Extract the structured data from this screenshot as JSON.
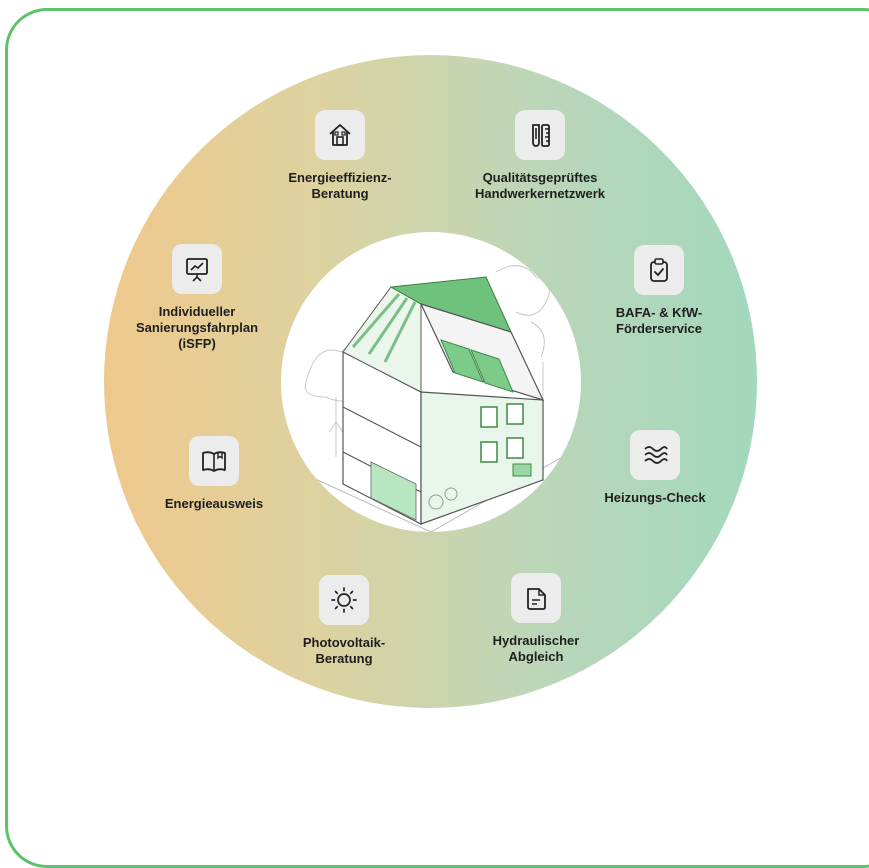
{
  "services": [
    {
      "id": "energieeffizienz",
      "label": "Energieeffizienz-\nBeratung",
      "icon": "house-icon"
    },
    {
      "id": "handwerker",
      "label": "Qualitätsgeprüftes\nHandwerkernetzwerk",
      "icon": "tools-icon"
    },
    {
      "id": "foerder",
      "label": "BAFA- & KfW-\nFörderservice",
      "icon": "clipboard-check-icon"
    },
    {
      "id": "heizung",
      "label": "Heizungs-Check",
      "icon": "waves-icon"
    },
    {
      "id": "hydraulik",
      "label": "Hydraulischer\nAbgleich",
      "icon": "document-icon"
    },
    {
      "id": "photovoltaik",
      "label": "Photovoltaik-\nBeratung",
      "icon": "sun-icon"
    },
    {
      "id": "energieausweis",
      "label": "Energieausweis",
      "icon": "book-icon"
    },
    {
      "id": "isfp",
      "label": "Individueller\nSanierungsfahrplan\n(iSFP)",
      "icon": "presentation-chart-icon"
    }
  ],
  "colors": {
    "frame": "#5cc466",
    "ring_left": "#efc88c",
    "ring_right": "#a2d8bd",
    "icon_bg": "#ececec",
    "house_green": "#8fd49c"
  }
}
